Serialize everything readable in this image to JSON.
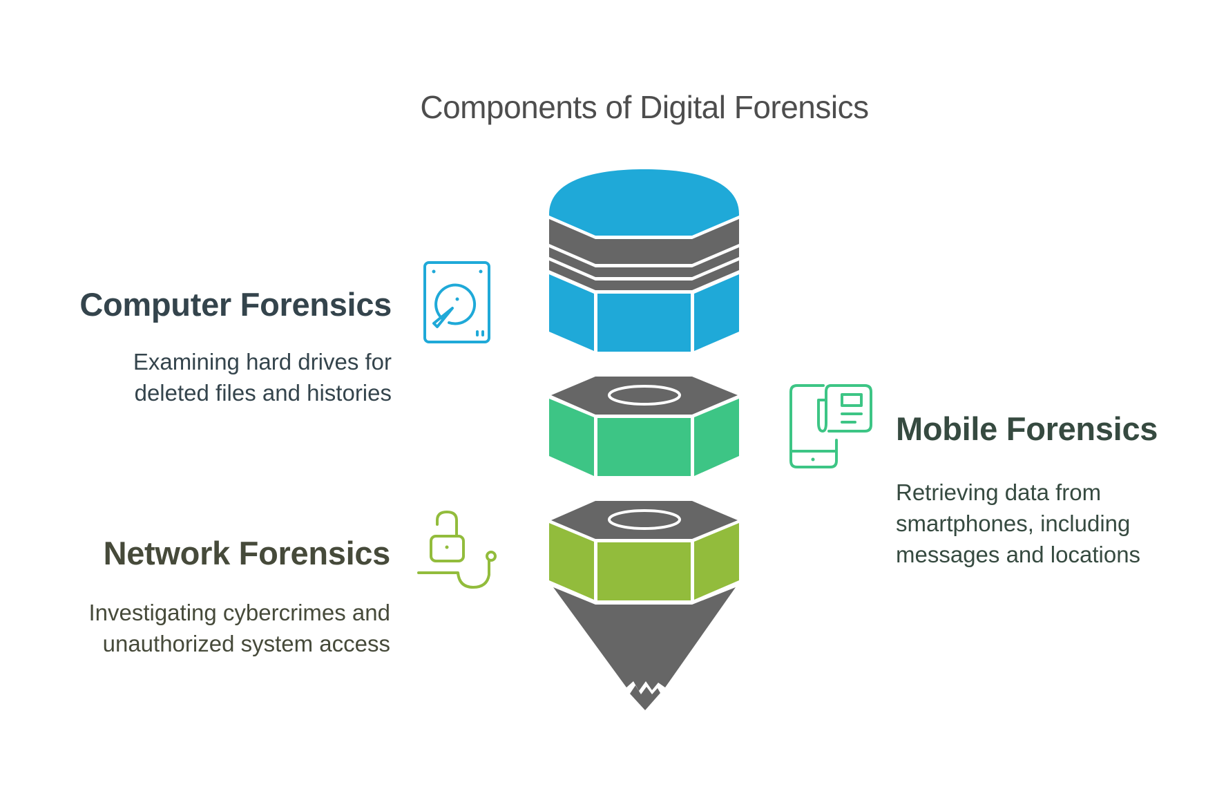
{
  "title": "Components of Digital Forensics",
  "colors": {
    "computer": "#1fa9d8",
    "mobile": "#3dc585",
    "network": "#92bc3c",
    "pencil_gray": "#666666"
  },
  "components": [
    {
      "id": "computer",
      "heading": "Computer Forensics",
      "description_lines": [
        "Examining hard drives for",
        "deleted files and histories"
      ],
      "icon": "hard-drive-icon",
      "side": "left"
    },
    {
      "id": "mobile",
      "heading": "Mobile Forensics",
      "description_lines": [
        "Retrieving data from",
        "smartphones, including",
        "messages and locations"
      ],
      "icon": "mobile-document-icon",
      "side": "right"
    },
    {
      "id": "network",
      "heading": "Network Forensics",
      "description_lines": [
        "Investigating cybercrimes and",
        "unauthorized system access"
      ],
      "icon": "unlocked-padlock-network-icon",
      "side": "left"
    }
  ]
}
